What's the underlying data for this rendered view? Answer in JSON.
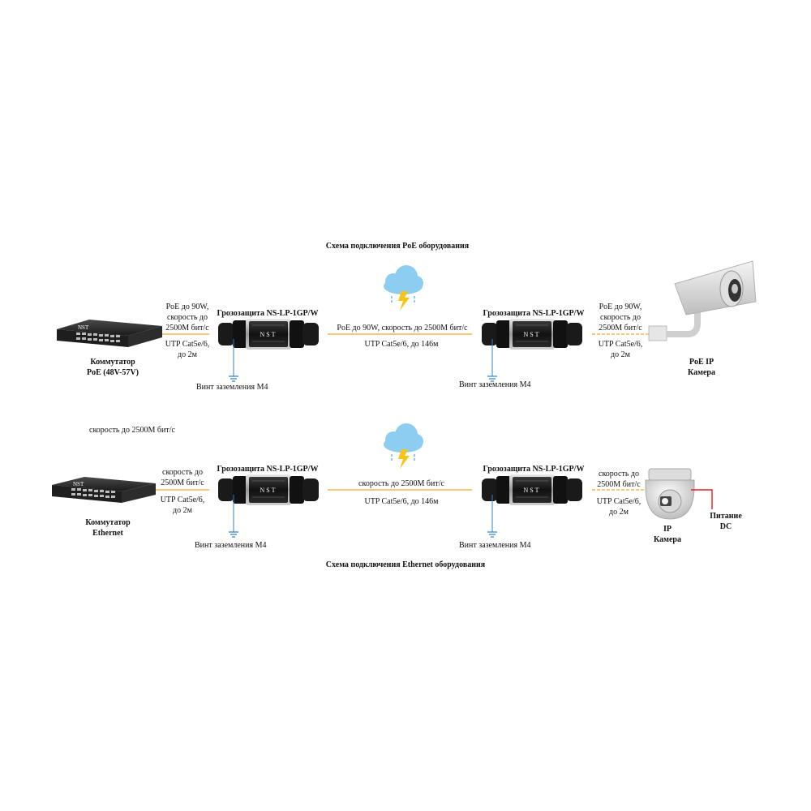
{
  "colors": {
    "cable": "#f5a623",
    "ground": "#2f80c8",
    "power": "#e02020",
    "cloud": "#8ecdf2",
    "bolt": "#f5c518",
    "device": "#1c1c1c"
  },
  "poe": {
    "title": "Схема подключения PoE оборудования",
    "switch": {
      "label1": "Коммутатор",
      "label2": "PoE (48V-57V)",
      "brand": "NST"
    },
    "left_link": {
      "line1": "PoE до 90W,",
      "line2": "скорость до",
      "line3": "2500M бит/с",
      "line4": "UTP Cat5e/6,",
      "line5": "до 2м"
    },
    "protector1": {
      "title": "Грозозащита NS-LP-1GP/W",
      "ground": "Винт заземления M4",
      "brand": "NST"
    },
    "mid_link": {
      "line1": "PoE до 90W, скорость до 2500M бит/с",
      "line2": "UTP Cat5e/6, до 146м"
    },
    "protector2": {
      "title": "Грозозащита NS-LP-1GP/W",
      "ground": "Винт заземления M4",
      "brand": "NST"
    },
    "right_link": {
      "line1": "PoE до 90W,",
      "line2": "скорость до",
      "line3": "2500M бит/с",
      "line4": "UTP Cat5e/6,",
      "line5": "до 2м"
    },
    "camera": {
      "label1": "PoE IP",
      "label2": "Камера"
    }
  },
  "stray_text": "скорость до 2500M бит/с",
  "eth": {
    "title": "Схема подключения Ethernet оборудования",
    "switch": {
      "label1": "Коммутатор",
      "label2": "Ethernet",
      "brand": "NST"
    },
    "left_link": {
      "line1": "скорость до",
      "line2": "2500M бит/с",
      "line3": "UTP Cat5e/6,",
      "line4": "до 2м"
    },
    "protector1": {
      "title": "Грозозащита NS-LP-1GP/W",
      "ground": "Винт заземления M4",
      "brand": "NST"
    },
    "mid_link": {
      "line1": "скорость до 2500M бит/с",
      "line2": "UTP Cat5e/6, до 146м"
    },
    "protector2": {
      "title": "Грозозащита NS-LP-1GP/W",
      "ground": "Винт заземления M4",
      "brand": "NST"
    },
    "right_link": {
      "line1": "скорость до",
      "line2": "2500M бит/с",
      "line3": "UTP Cat5e/6,",
      "line4": "до 2м"
    },
    "camera": {
      "label1": "IP",
      "label2": "Камера"
    },
    "power": {
      "label1": "Питание",
      "label2": "DC"
    }
  }
}
